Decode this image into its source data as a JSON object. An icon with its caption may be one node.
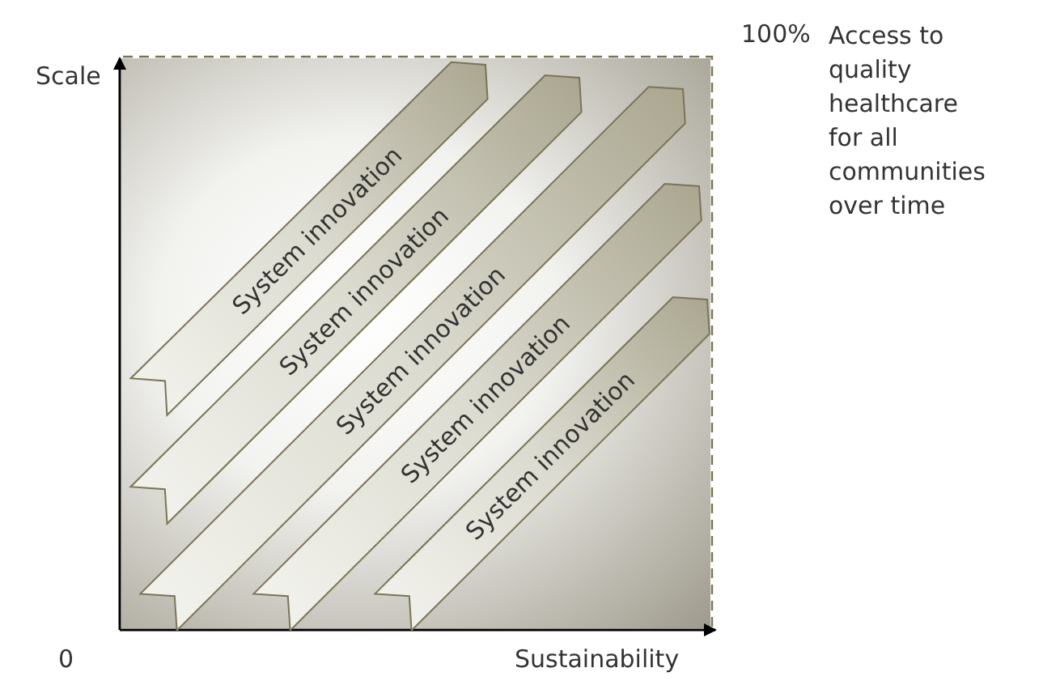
{
  "diagram": {
    "nodes": [
      {
        "text": [
          "System innovation"
        ]
      },
      {
        "text": [
          "System innovation"
        ]
      },
      {
        "text": [
          "System innovation"
        ]
      },
      {
        "text": [
          "System innovation"
        ]
      },
      {
        "text": [
          "System innovation"
        ]
      }
    ],
    "labels": [
      "Scale",
      "100%",
      "Access to quality healthcare for all communities over time",
      "0",
      "Sustainability"
    ]
  }
}
